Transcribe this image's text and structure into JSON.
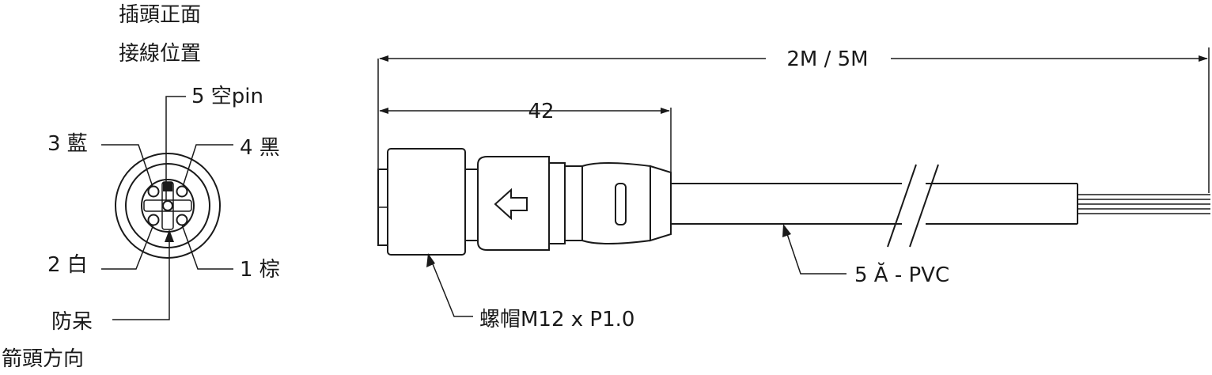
{
  "face": {
    "title_line1": "插頭正面",
    "title_line2": "接線位置",
    "pin5": "5 空pin",
    "pin3": "3 藍",
    "pin4": "4 黑",
    "pin2": "2 白",
    "pin1": "1 棕",
    "key": "防呆",
    "arrow_direction": "箭頭方向"
  },
  "cable": {
    "total_length": "2M / 5M",
    "connector_length": "42",
    "nut_label": "螺帽M12 x P1.0",
    "cable_label": "5 Ă - PVC"
  }
}
